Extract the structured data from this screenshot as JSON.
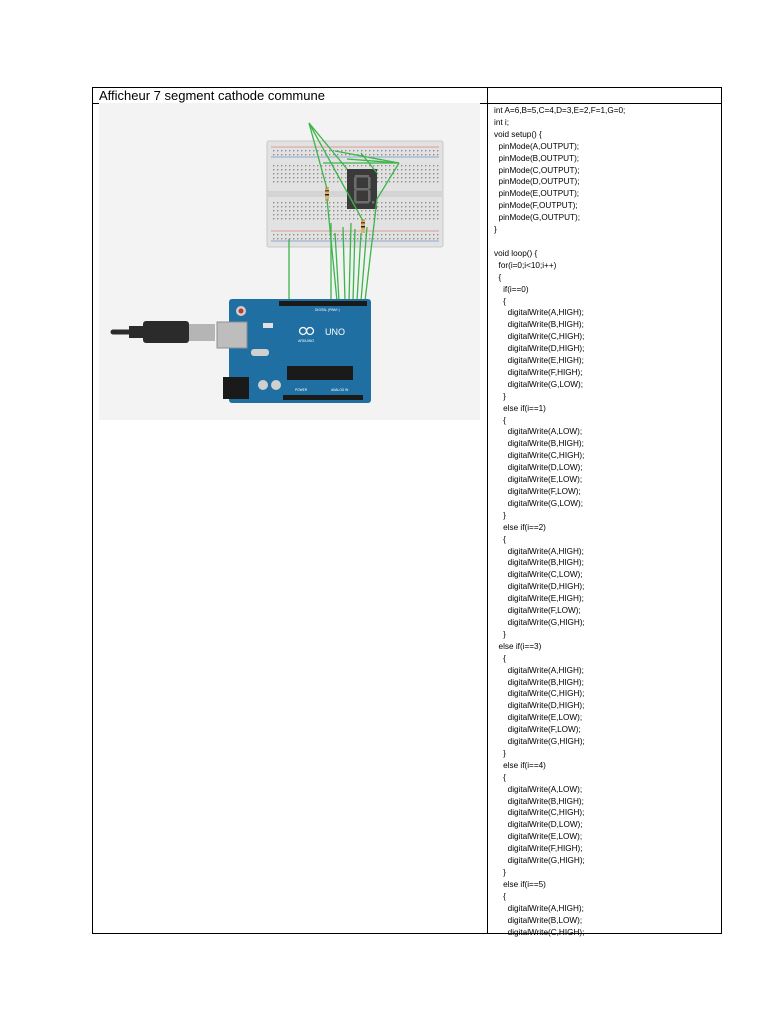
{
  "document": {
    "title": "Afficheur 7 segment cathode commune",
    "code": "int A=6,B=5,C=4,D=3,E=2,F=1,G=0;\nint i;\nvoid setup() {\n  pinMode(A,OUTPUT);\n  pinMode(B,OUTPUT);\n  pinMode(C,OUTPUT);\n  pinMode(D,OUTPUT);\n  pinMode(E,OUTPUT);\n  pinMode(F,OUTPUT);\n  pinMode(G,OUTPUT);\n}\n\nvoid loop() {\n  for(i=0;i<10;i++)\n  {\n    if(i==0)\n    {\n      digitalWrite(A,HIGH);\n      digitalWrite(B,HIGH);\n      digitalWrite(C,HIGH);\n      digitalWrite(D,HIGH);\n      digitalWrite(E,HIGH);\n      digitalWrite(F,HIGH);\n      digitalWrite(G,LOW);\n    }\n    else if(i==1)\n    {\n      digitalWrite(A,LOW);\n      digitalWrite(B,HIGH);\n      digitalWrite(C,HIGH);\n      digitalWrite(D,LOW);\n      digitalWrite(E,LOW);\n      digitalWrite(F,LOW);\n      digitalWrite(G,LOW);\n    }\n    else if(i==2)\n    {\n      digitalWrite(A,HIGH);\n      digitalWrite(B,HIGH);\n      digitalWrite(C,LOW);\n      digitalWrite(D,HIGH);\n      digitalWrite(E,HIGH);\n      digitalWrite(F,LOW);\n      digitalWrite(G,HIGH);\n    }\n  else if(i==3)\n    {\n      digitalWrite(A,HIGH);\n      digitalWrite(B,HIGH);\n      digitalWrite(C,HIGH);\n      digitalWrite(D,HIGH);\n      digitalWrite(E,LOW);\n      digitalWrite(F,LOW);\n      digitalWrite(G,HIGH);\n    }\n    else if(i==4)\n    {\n      digitalWrite(A,LOW);\n      digitalWrite(B,HIGH);\n      digitalWrite(C,HIGH);\n      digitalWrite(D,LOW);\n      digitalWrite(E,LOW);\n      digitalWrite(F,HIGH);\n      digitalWrite(G,HIGH);\n    }\n    else if(i==5)\n    {\n      digitalWrite(A,HIGH);\n      digitalWrite(B,LOW);\n      digitalWrite(C,HIGH);"
  },
  "figure": {
    "board_model": "UNO",
    "board_brand": "ARDUINO",
    "digital_label": "DIGITAL (PWM~)",
    "power_label": "POWER",
    "analog_label": "ANALOG IN",
    "display_digit": "8.",
    "colors": {
      "background": "#f3f3f3",
      "breadboard": "#e2e2e2",
      "board": "#1f6fa3",
      "wire": "#3cb54a",
      "display": "#3a3a3a",
      "segment": "#6d6d6d"
    }
  }
}
